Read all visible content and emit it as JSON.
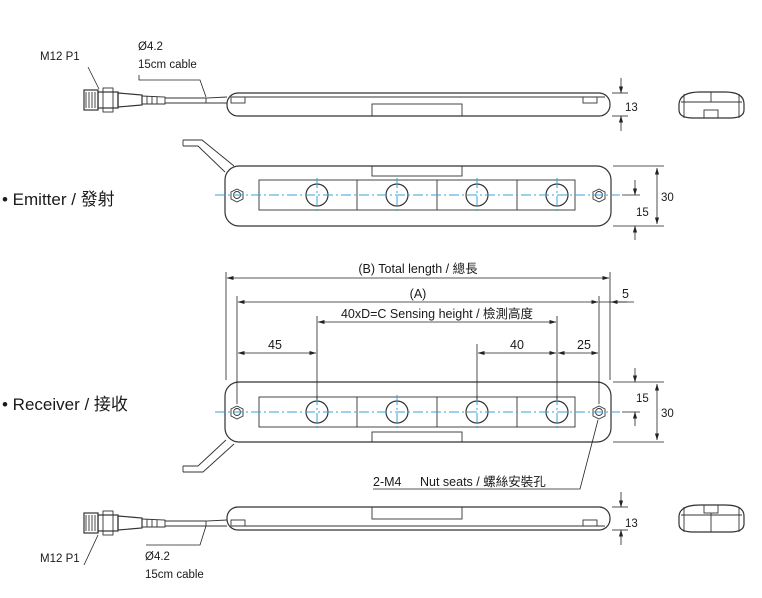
{
  "emitter": {
    "label": "• Emitter / 發射",
    "connector_label": "M12 P1",
    "cable_diameter": "Ø4.2",
    "cable_length": "15cm cable",
    "dim_height": "13",
    "dim_width": "30",
    "dim_half_width": "15"
  },
  "receiver": {
    "label": "• Receiver / 接收",
    "connector_label": "M12 P1",
    "cable_diameter": "Ø4.2",
    "cable_length": "15cm cable",
    "dim_height": "13",
    "dim_width": "30",
    "dim_half_width": "15"
  },
  "dimensions": {
    "total_length": "(B) Total length / 總長",
    "a_length": "(A)",
    "end_offset": "5",
    "sensing_height": "40xD=C Sensing height / 檢測高度",
    "left_offset": "45",
    "pitch": "40",
    "right_offset": "25"
  },
  "nut_seats": {
    "code": "2-M4",
    "text": "Nut seats / 螺絲安裝孔"
  },
  "colors": {
    "outline": "#333333",
    "centerline": "#39a0d8",
    "text": "#1a1a1a"
  }
}
